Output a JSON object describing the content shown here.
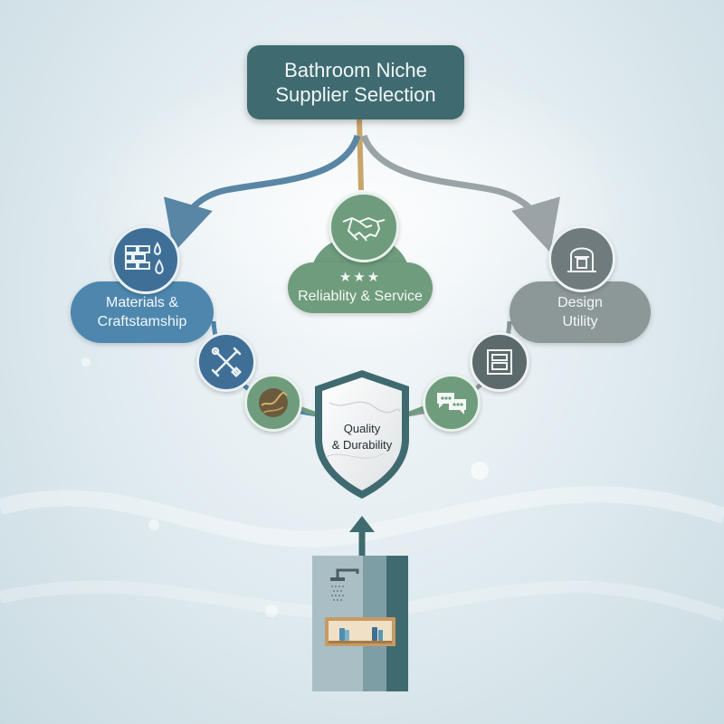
{
  "diagram": {
    "title_line1": "Bathroom Niche",
    "title_line2": "Supplier Selection",
    "branches": {
      "materials": {
        "label_line1": "Materials &",
        "label_line2": "Craftstamship",
        "icon": "bricks-water-icon"
      },
      "reliability": {
        "stars": "★★★",
        "label": "Reliablity & Service",
        "icon": "handshake-icon"
      },
      "design": {
        "label_line1": "Design",
        "label_line2": "Utility",
        "icon": "niche-arch-icon"
      }
    },
    "center": {
      "label_line1": "Quality",
      "label_line2": "& Durability",
      "icon": "shield-icon"
    },
    "nodes": [
      "tools-icon",
      "marble-sample-icon",
      "chat-bubbles-icon",
      "niche-box-icon"
    ],
    "bottom_illustration": "shower-niche-icon"
  },
  "colors": {
    "title": "#3f6b70",
    "materials": "#4e87ae",
    "reliability": "#6f9c7d",
    "design": "#8c9898",
    "connector_left": "#5a86a6",
    "connector_right": "#9aa3a6",
    "arrow_up": "#3f6b70"
  }
}
